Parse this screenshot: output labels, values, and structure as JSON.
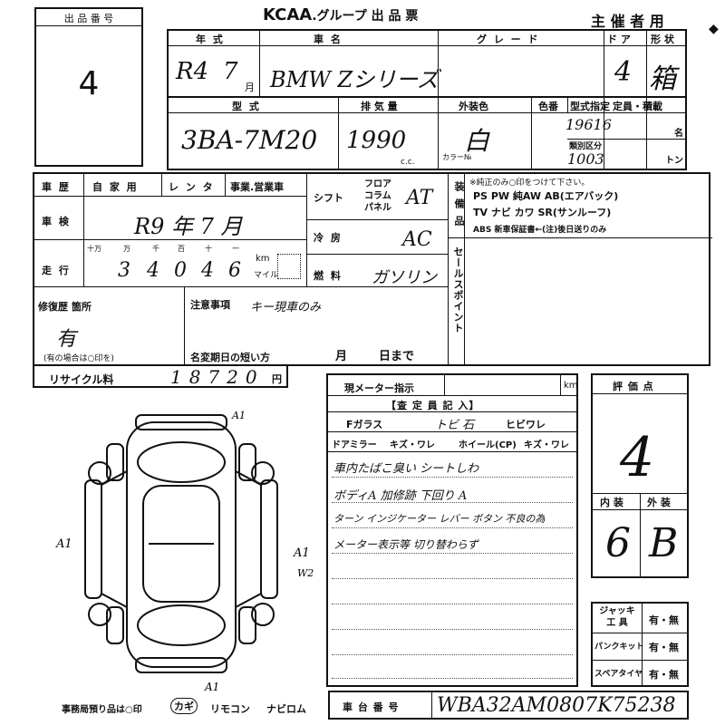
{
  "lot": {
    "header": "出 品 番 号",
    "value": "4"
  },
  "title": {
    "brand": "KCAA",
    "suffix": ".グループ 出 品 票",
    "organizer": "主 催 者 用"
  },
  "row1": {
    "year_label": "年 式",
    "year_value": "R4",
    "month_value": "7",
    "month_unit": "月",
    "model_label": "車 名",
    "model_value": "BMW Zシリーズ",
    "grade_label": "グ レ ー ド",
    "grade_value": "",
    "doors_label": "ド ア",
    "doors_value": "4",
    "shape_label": "形 状",
    "shape_value": "箱"
  },
  "row2": {
    "type_label": "型 式",
    "type_value": "3BA-7M20",
    "disp_label": "排 気 量",
    "disp_value": "1990",
    "disp_unit": "c.c.",
    "color_label": "外装色",
    "color_value": "白",
    "color_no_label": "色番",
    "colorno_label": "カラー№",
    "spec_label": "型式指定",
    "spec_value": "19616",
    "class_label": "類別区分",
    "class_value": "1003",
    "cap_label": "定員・積載",
    "cap_unit1": "名",
    "cap_unit2": "トン"
  },
  "history": {
    "label": "車 歴",
    "opt1": "自 家 用",
    "opt2": "レ ン タ",
    "opt3": "事業.営業車",
    "shaken_label": "車 検",
    "shaken_value": "R9 年 7 月",
    "mileage_label": "走 行",
    "digit_labels": [
      "十万",
      "万",
      "千",
      "百",
      "十",
      "一"
    ],
    "digits": [
      "",
      "3",
      "4",
      "0",
      "4",
      "6"
    ],
    "km_label": "km",
    "mile_label": "マイル"
  },
  "shift": {
    "label": "シフト",
    "opt1": "フロア",
    "opt2": "コラム",
    "opt3": "パネル",
    "value": "AT"
  },
  "ac": {
    "label": "冷 房",
    "value": "AC"
  },
  "fuel": {
    "label": "燃 料",
    "value": "ガソリン"
  },
  "equip": {
    "label": "装備品",
    "note": "※純正のみ○印をつけて下さい。",
    "line1": "PS PW 純AW AB(エアバック)",
    "line2": "TV ナビ カワ SR(サンルーフ)",
    "line3": "ABS 新車保証書←(注)後日送りのみ"
  },
  "sales_point_label": "セールスポイント",
  "repair": {
    "label": "修復歴 箇所",
    "value": "有",
    "note": "(有の場合は○印を)"
  },
  "caution": {
    "label": "注意事項",
    "value": "キー現車のみ"
  },
  "rename": {
    "label": "名変期日の短い方",
    "month": "月",
    "day": "日まで"
  },
  "recycle": {
    "label": "リサイクル料",
    "value": "18720",
    "unit": "円"
  },
  "meter": {
    "label": "現メーター指示",
    "unit": "km"
  },
  "inspector": {
    "title": "【査 定 員 記 入】",
    "glass": "Fガラス",
    "glass_opts": "トビ 石",
    "crack": "ヒビワレ",
    "mirror": "ドアミラー",
    "mirror_opts": "キズ・ワレ",
    "wheel": "ホイール(CP)",
    "wheel_opts": "キズ・ワレ",
    "notes": [
      "車内たばこ臭い シートしわ",
      "ボディA 加修跡 下回り A",
      "ターン インジケーター レバー ボタン 不良の為",
      "メーター表示等 切り替わらず"
    ]
  },
  "score": {
    "label": "評 価 点",
    "value": "4",
    "interior_label": "内 装",
    "exterior_label": "外 装",
    "interior_value": "6",
    "exterior_value": "B"
  },
  "tools": {
    "jack_label": "ジャッキ 工 具",
    "jack_value": "有・無",
    "puncture_label": "パンクキット",
    "puncture_value": "有・無",
    "spare_label": "スペアタイヤ",
    "spare_value": "有・無"
  },
  "chassis": {
    "label": "車 台 番 号",
    "value": "WBA32AM0807K75238"
  },
  "diagram": {
    "a1_top": "A1",
    "a1_left": "A1",
    "a1_right": "A1",
    "w2": "W2",
    "a1_bottom": "A1"
  },
  "footer": {
    "note": "事務局預り品は○印",
    "kagi": "カギ",
    "remocon": "リモコン",
    "navirom": "ナビロム"
  }
}
